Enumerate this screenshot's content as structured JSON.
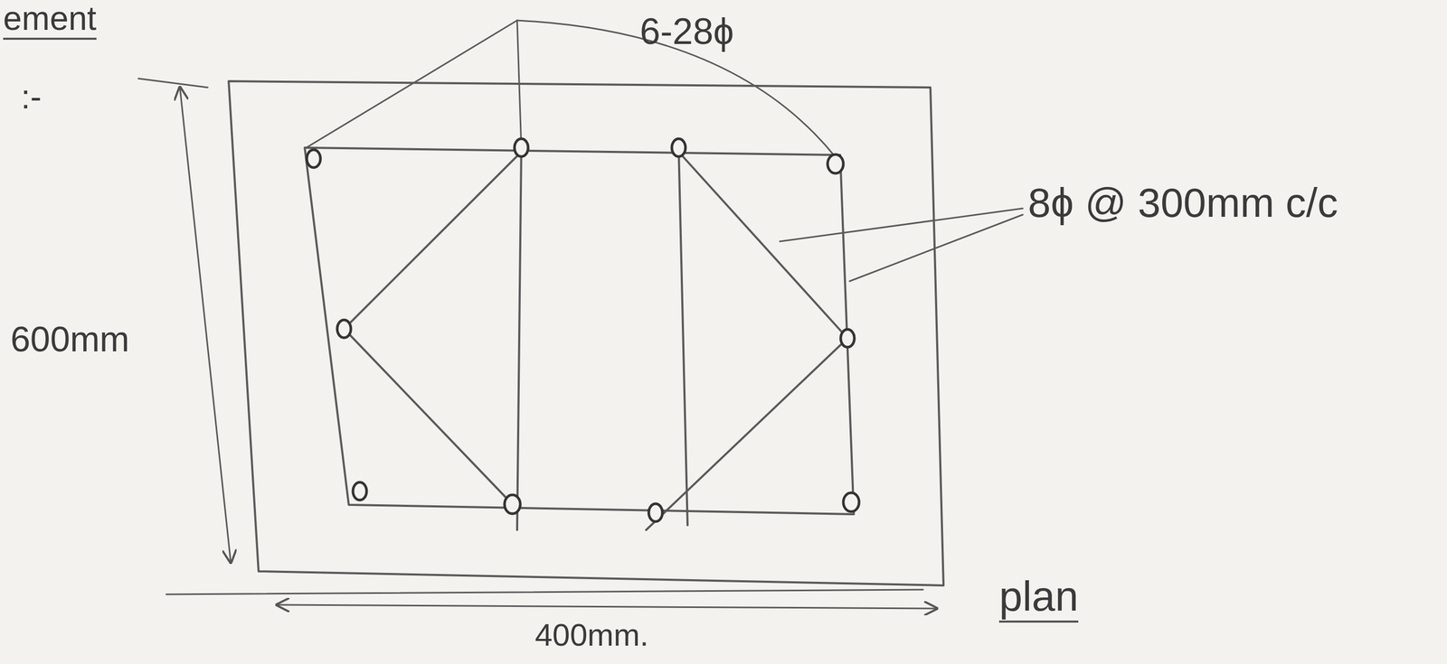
{
  "diagram": {
    "labels": [
      "ement",
      ":-",
      "6-28ϕ",
      "8ϕ @ 300mm c/c",
      "600mm",
      "400mm.",
      "plan"
    ]
  }
}
